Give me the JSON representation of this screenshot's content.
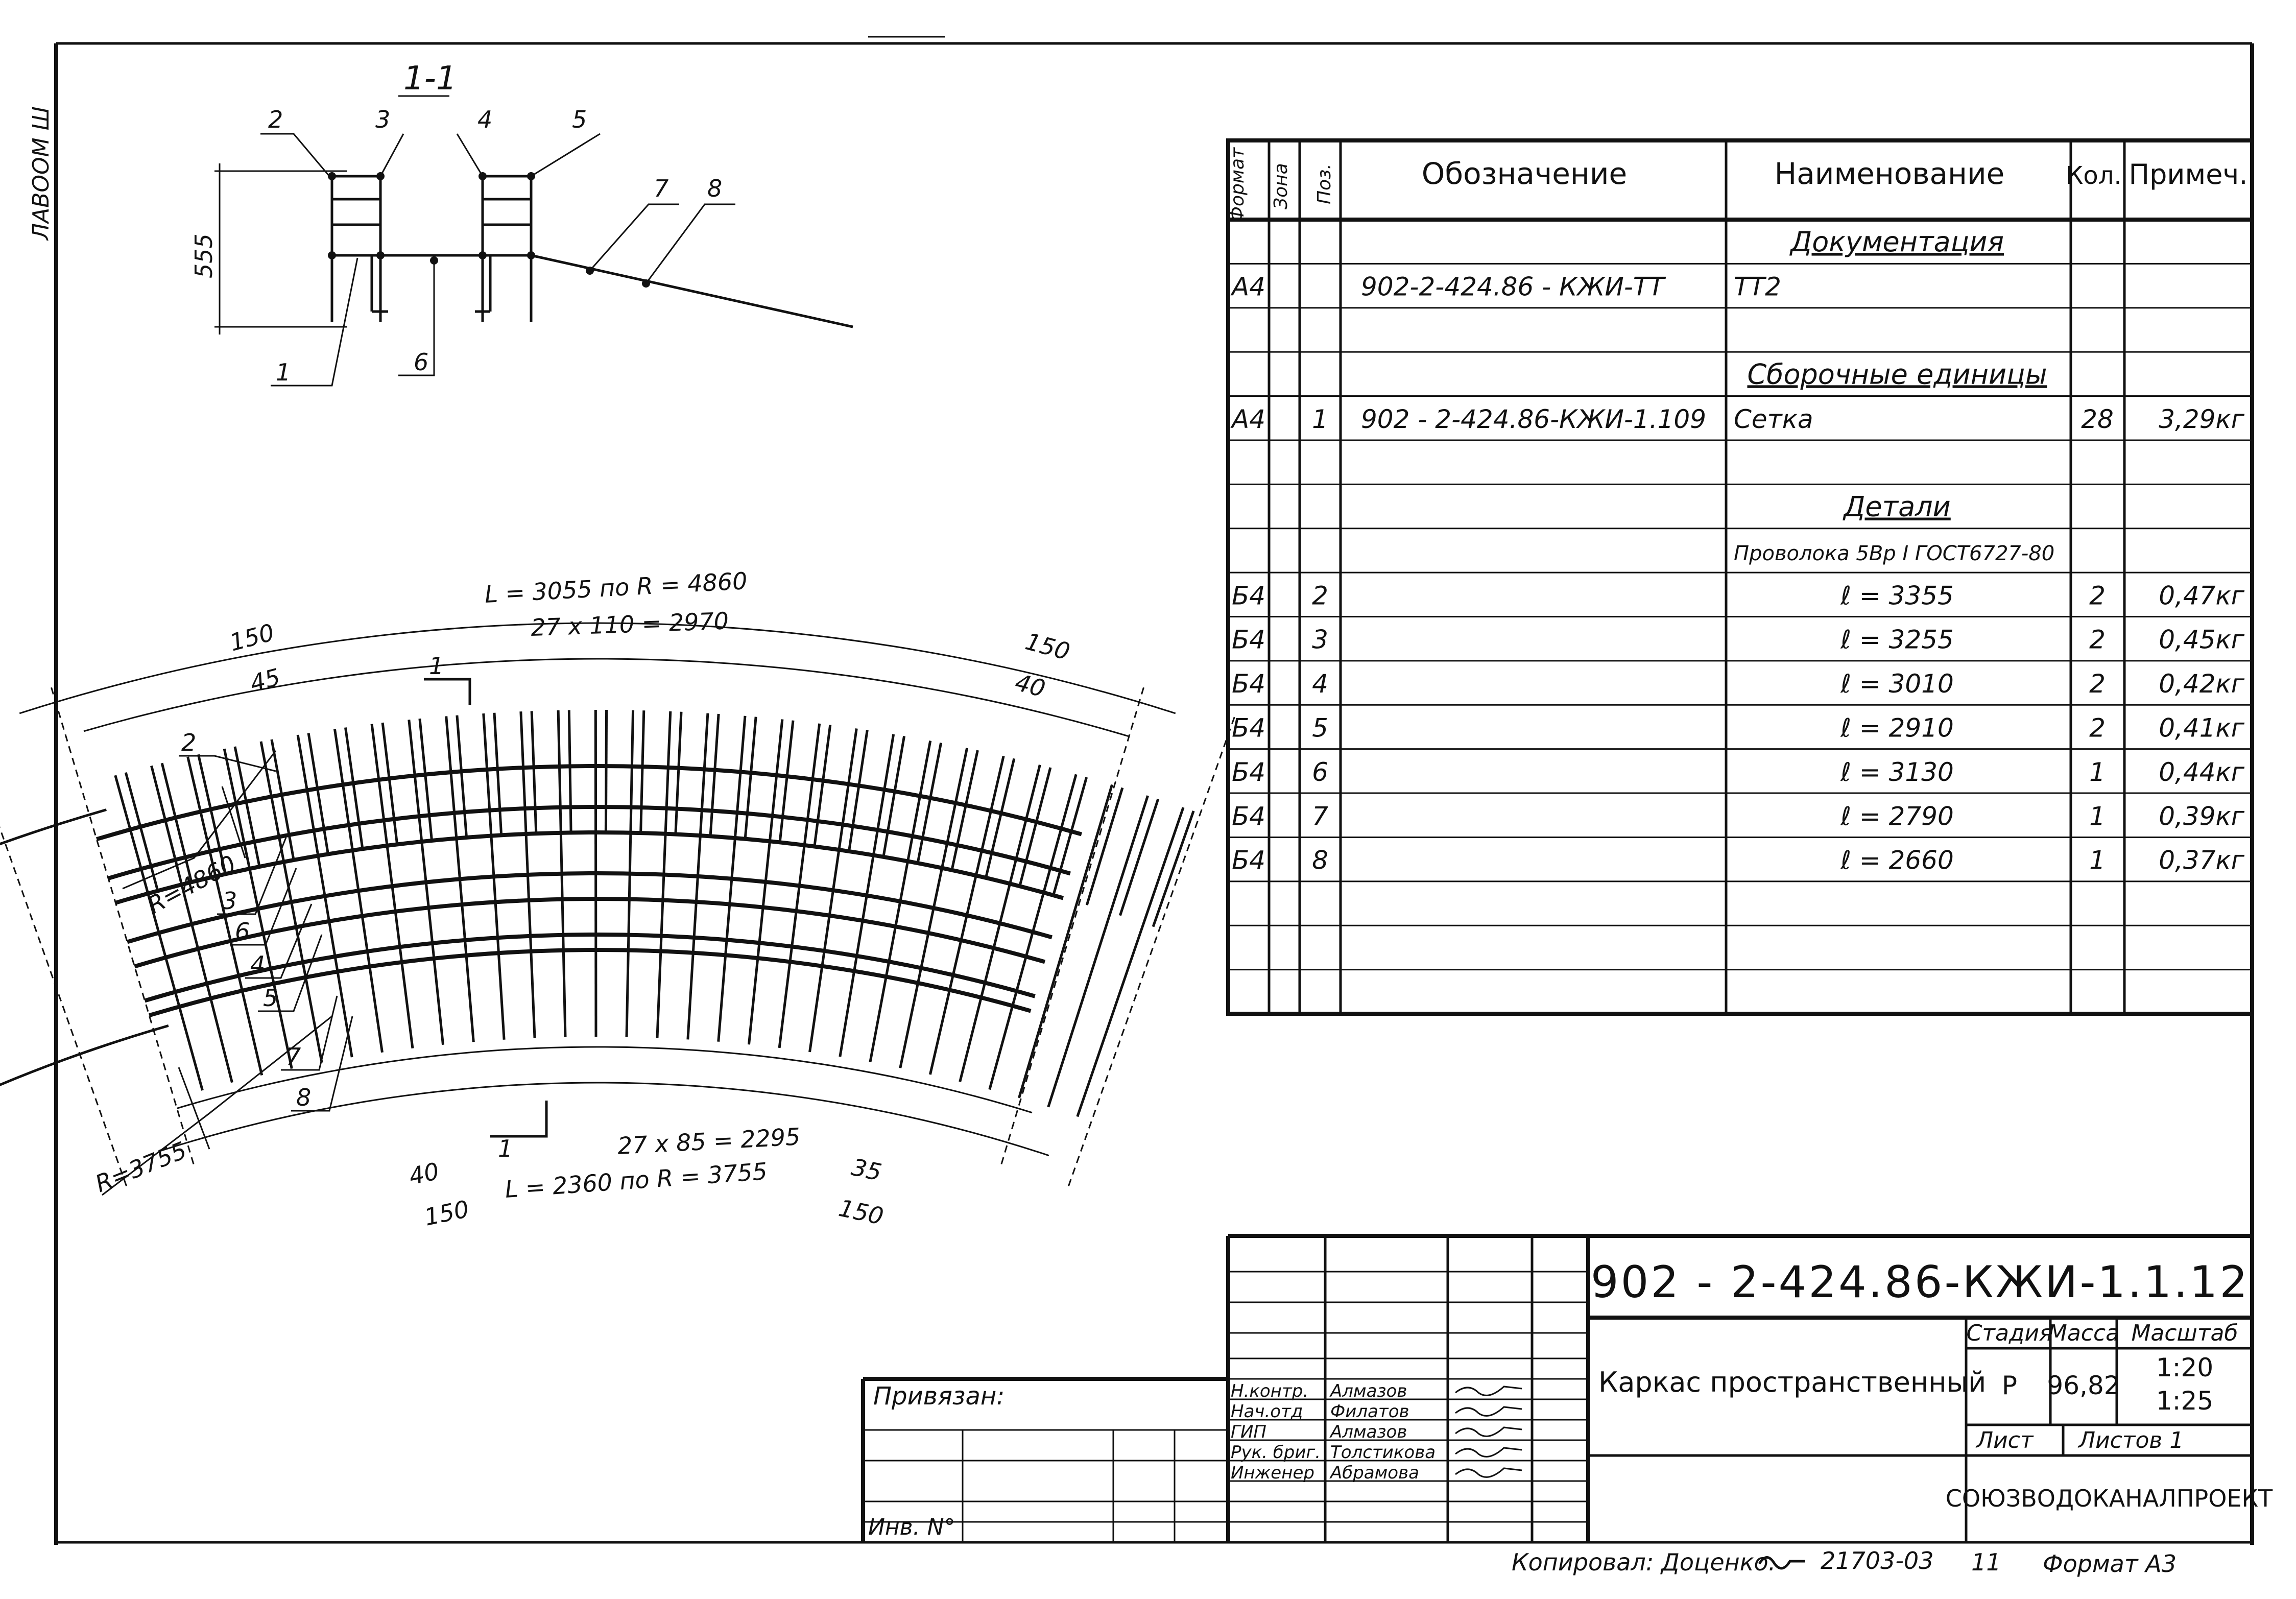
{
  "edge_marks": {
    "left_top": "ЛАВООМ Ш"
  },
  "section": {
    "title": "1-1",
    "dim_height": "555",
    "labels": [
      "2",
      "3",
      "4",
      "5",
      "7",
      "8",
      "1",
      "6"
    ]
  },
  "plan": {
    "top_length": "L = 3055  по R = 4860",
    "top_spacing": "27 x 110 = 2970",
    "dim_150_left_top": "150",
    "dim_45": "45",
    "dim_150_right_top": "150",
    "dim_40_right_top": "40",
    "section_mark_top": "1",
    "section_mark_bottom": "1",
    "r_outer": "R=4860",
    "r_inner": "R=3755",
    "labels_left": [
      "2",
      "3",
      "6",
      "4",
      "5",
      "7",
      "8"
    ],
    "bottom_spacing": "27 x 85 = 2295",
    "bottom_length": "L = 2360  по R = 3755",
    "dim_40_bottom": "40",
    "dim_150_bottom_left": "150",
    "dim_35": "35",
    "dim_150_bottom_right": "150"
  },
  "spec_table": {
    "headers": {
      "format": "Формат",
      "zone": "Зона",
      "pos": "Поз.",
      "designation": "Обозначение",
      "name": "Наименование",
      "qty": "Кол.",
      "note": "Примеч."
    },
    "rows": [
      {
        "format": "",
        "pos": "",
        "designation": "",
        "name": "Документация",
        "qty": "",
        "note": "",
        "header": true
      },
      {
        "format": "А4",
        "pos": "",
        "designation": "902-2-424.86 - КЖИ-ТТ",
        "name": "ТТ2",
        "qty": "",
        "note": ""
      },
      {
        "format": "",
        "pos": "",
        "designation": "",
        "name": "",
        "qty": "",
        "note": ""
      },
      {
        "format": "",
        "pos": "",
        "designation": "",
        "name": "Сборочные  единицы",
        "qty": "",
        "note": "",
        "header": true
      },
      {
        "format": "А4",
        "pos": "1",
        "designation": "902 - 2-424.86-КЖИ-1.109",
        "name": "Сетка",
        "qty": "28",
        "note": "3,29кг"
      },
      {
        "format": "",
        "pos": "",
        "designation": "",
        "name": "",
        "qty": "",
        "note": ""
      },
      {
        "format": "",
        "pos": "",
        "designation": "",
        "name": "Детали",
        "qty": "",
        "note": "",
        "header": true
      },
      {
        "format": "",
        "pos": "",
        "designation": "",
        "name": "Проволока 5Вр I ГОСТ6727-80",
        "qty": "",
        "note": ""
      },
      {
        "format": "Б4",
        "pos": "2",
        "designation": "",
        "name": "ℓ = 3355",
        "qty": "2",
        "note": "0,47кг"
      },
      {
        "format": "Б4",
        "pos": "3",
        "designation": "",
        "name": "ℓ = 3255",
        "qty": "2",
        "note": "0,45кг"
      },
      {
        "format": "Б4",
        "pos": "4",
        "designation": "",
        "name": "ℓ = 3010",
        "qty": "2",
        "note": "0,42кг"
      },
      {
        "format": "Б4",
        "pos": "5",
        "designation": "",
        "name": "ℓ = 2910",
        "qty": "2",
        "note": "0,41кг"
      },
      {
        "format": "Б4",
        "pos": "6",
        "designation": "",
        "name": "ℓ = 3130",
        "qty": "1",
        "note": "0,44кг"
      },
      {
        "format": "Б4",
        "pos": "7",
        "designation": "",
        "name": "ℓ = 2790",
        "qty": "1",
        "note": "0,39кг"
      },
      {
        "format": "Б4",
        "pos": "8",
        "designation": "",
        "name": "ℓ = 2660",
        "qty": "1",
        "note": "0,37кг"
      },
      {
        "format": "",
        "pos": "",
        "designation": "",
        "name": "",
        "qty": "",
        "note": ""
      },
      {
        "format": "",
        "pos": "",
        "designation": "",
        "name": "",
        "qty": "",
        "note": ""
      },
      {
        "format": "",
        "pos": "",
        "designation": "",
        "name": "",
        "qty": "",
        "note": ""
      }
    ]
  },
  "title_block": {
    "code": "902 - 2-424.86-КЖИ-1.1.12",
    "name": "Каркас  пространственный",
    "stage_label": "Стадия",
    "mass_label": "Масса",
    "scale_label": "Масштаб",
    "stage": "Р",
    "mass": "96,82",
    "scale1": "1:20",
    "scale2": "1:25",
    "sheet_label": "Лист",
    "sheets_label": "Листов 1",
    "org": "СОЮЗВОДОКАНАЛПРОЕКТ",
    "privyazan": "Привязан:",
    "inv": "Инв. N°",
    "signers": [
      {
        "role": "Н.контр.",
        "name": "Алмазов"
      },
      {
        "role": "Нач.отд",
        "name": "Филатов"
      },
      {
        "role": "ГИП",
        "name": "Алмазов"
      },
      {
        "role": "Рук. бриг.",
        "name": "Толстикова"
      },
      {
        "role": "Инженер",
        "name": "Абрамова"
      }
    ]
  },
  "footer": {
    "copied": "Копировал: Доценко.",
    "number": "21703-03",
    "sheet": "11",
    "format": "Формат А3"
  }
}
